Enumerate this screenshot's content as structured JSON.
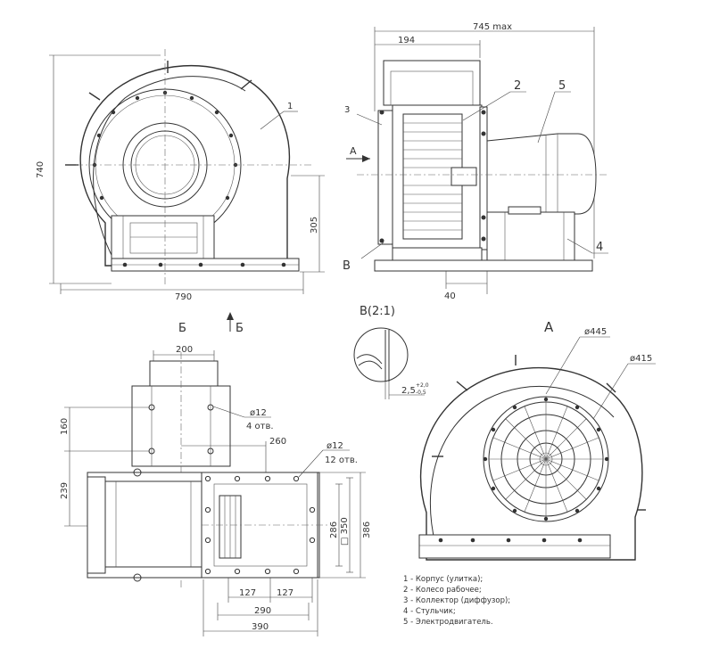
{
  "dimensions": {
    "height_740": "740",
    "width_790": "790",
    "h_305": "305",
    "max_745": "745 max",
    "d_194": "194",
    "d_40": "40",
    "d_200": "200",
    "d_160": "160",
    "d_239": "239",
    "d_260": "260",
    "d_286": "286",
    "d_350": "□ 350",
    "d_386": "386",
    "d_127a": "127",
    "d_127b": "127",
    "d_290": "290",
    "d_390": "390",
    "phi12_top": "ø12",
    "holes_4": "4 отв.",
    "phi12_flange": "ø12",
    "holes_12": "12 отв.",
    "phi445": "ø445",
    "phi415": "ø415",
    "gap_detail": "2,5",
    "gap_tol_upper": "+2,0",
    "gap_tol_lower": "-0,5"
  },
  "callouts": {
    "c1": "1",
    "c2": "2",
    "c3": "3",
    "c4": "4",
    "c5": "5",
    "view_a_arrow": "A",
    "section_b_label": "B",
    "detail_title": "B(2:1)",
    "view_a_title": "A",
    "view_b_left": "Б",
    "view_b_right": "Б"
  },
  "legend": [
    "1 - Корпус (улитка);",
    "2 - Колесо рабочее;",
    "3 - Коллектор (диффузор);",
    "4 - Стульчик;",
    "5 - Электродвигатель."
  ]
}
